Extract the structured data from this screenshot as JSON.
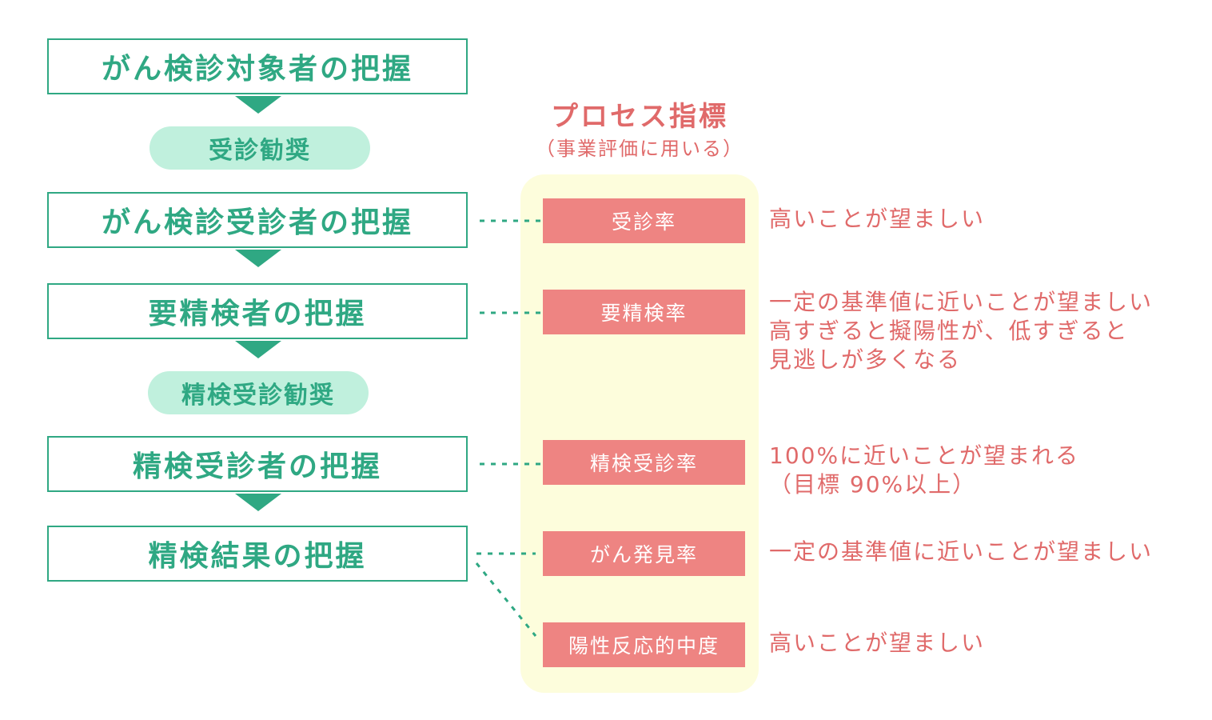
{
  "flow_steps": [
    {
      "label": "がん検診対象者の把握"
    },
    {
      "label": "がん検診受診者の把握"
    },
    {
      "label": "要精検者の把握"
    },
    {
      "label": "精検受診者の把握"
    },
    {
      "label": "精検結果の把握"
    }
  ],
  "actions": [
    {
      "label": "受診勧奨"
    },
    {
      "label": "精検受診勧奨"
    }
  ],
  "process_indicators": {
    "title": "プロセス指標",
    "subtitle": "（事業評価に用いる）",
    "items": [
      {
        "label": "受診率",
        "note": "高いことが望ましい"
      },
      {
        "label": "要精検率",
        "note": "一定の基準値に近いことが望ましい\n高すぎると擬陽性が、低すぎると\n見逃しが多くなる"
      },
      {
        "label": "精検受診率",
        "note": "100%に近いことが望まれる\n（目標 90%以上）"
      },
      {
        "label": "がん発見率",
        "note": "一定の基準値に近いことが望ましい"
      },
      {
        "label": "陽性反応的中度",
        "note": "高いことが望ましい"
      }
    ]
  },
  "colors": {
    "flow_green": "#2fa883",
    "action_fill": "#c0f0dd",
    "indicator_fill": "#ee8482",
    "panel_fill": "#fdfddc",
    "note_text": "#e06a6a"
  }
}
